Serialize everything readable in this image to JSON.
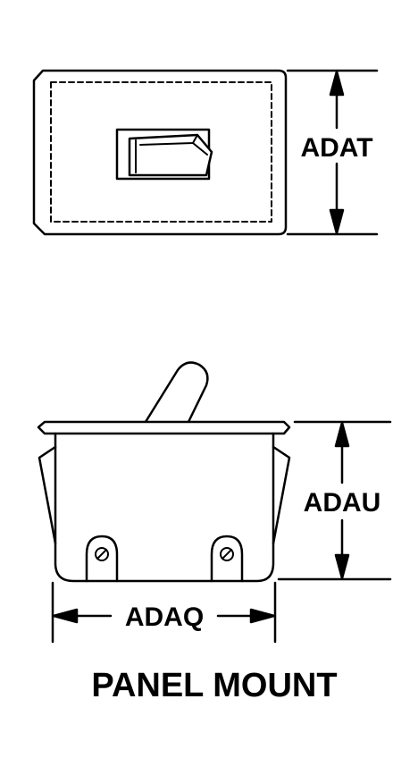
{
  "labels": {
    "top_height": "ADAT",
    "side_height": "ADAU",
    "side_width": "ADAQ",
    "caption": "PANEL MOUNT"
  },
  "colors": {
    "line": "#000000",
    "background": "#ffffff"
  },
  "icons": {
    "top_view": "switch-top-view-icon",
    "side_view": "switch-side-view-icon",
    "screw": "screw-terminal-icon"
  }
}
